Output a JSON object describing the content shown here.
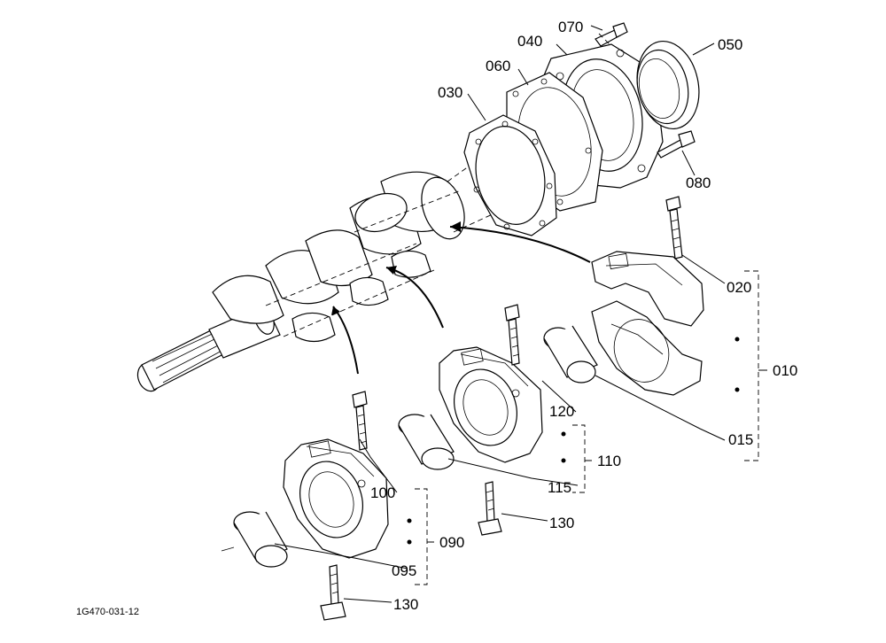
{
  "diagram": {
    "part_labels": {
      "p070": "070",
      "p040": "040",
      "p050": "050",
      "p060": "060",
      "p030": "030",
      "p080": "080",
      "p020": "020",
      "p010": "010",
      "p015": "015",
      "p120": "120",
      "p110": "110",
      "p115": "115",
      "p130a": "130",
      "p100": "100",
      "p090": "090",
      "p095": "095",
      "p130b": "130"
    },
    "drawing_code": "1G470-031-12"
  }
}
